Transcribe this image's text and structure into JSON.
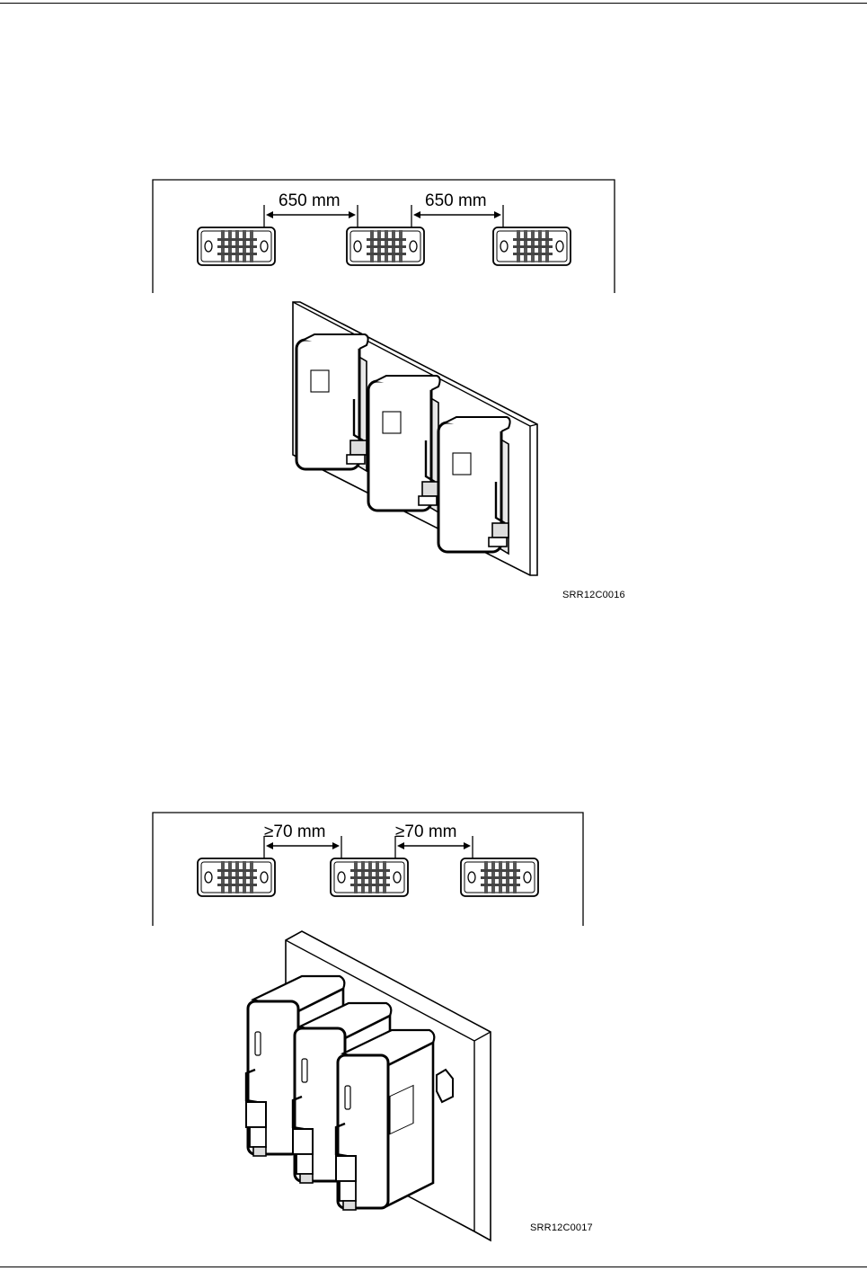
{
  "figure1": {
    "dimension_left": "650 mm",
    "dimension_right": "650 mm",
    "figure_id": "SRR12C0016"
  },
  "figure2": {
    "dimension_left": "≥70 mm",
    "dimension_right": "≥70 mm",
    "figure_id": "SRR12C0017"
  }
}
